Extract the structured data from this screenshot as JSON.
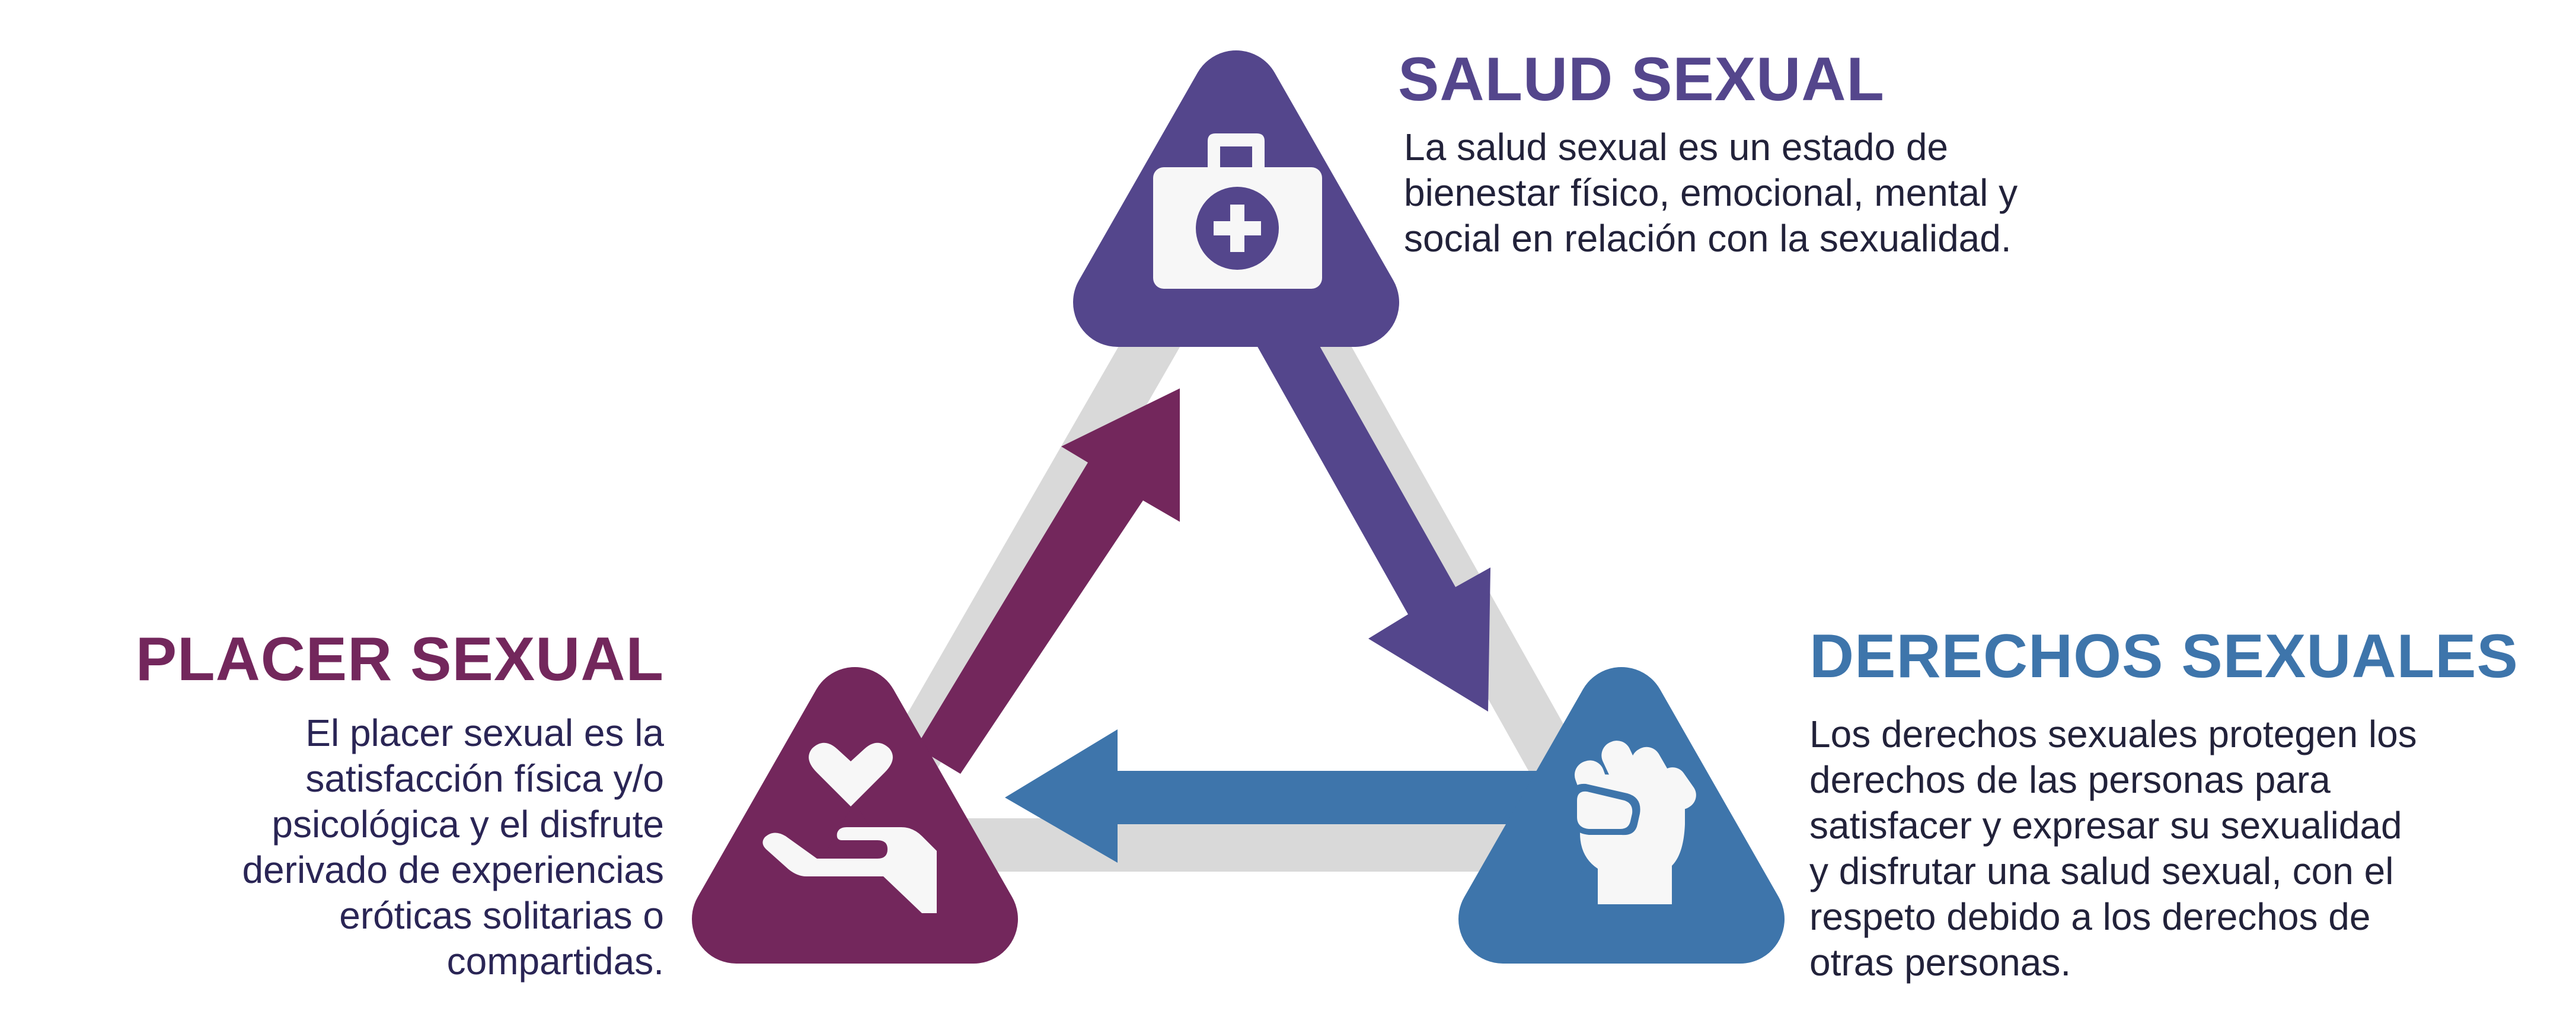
{
  "colors": {
    "salud": "#54468c",
    "placer": "#73275c",
    "derechos": "#3e75ab",
    "frame": "#d9d9d9",
    "icon": "#f7f7f7"
  },
  "nodes": {
    "salud": {
      "icon": "first-aid-kit-icon",
      "title": "SALUD SEXUAL",
      "lines": [
        "La salud sexual es un estado de",
        "bienestar físico, emocional, mental y",
        "social en relación con la sexualidad."
      ]
    },
    "placer": {
      "icon": "heart-in-hand-icon",
      "title": "PLACER SEXUAL",
      "lines": [
        "El placer sexual es la",
        "satisfacción física y/o",
        "psicológica y el disfrute",
        "derivado de experiencias",
        "eróticas solitarias o",
        "compartidas."
      ]
    },
    "derechos": {
      "icon": "raised-fist-icon",
      "title": "DERECHOS SEXUALES",
      "lines": [
        "Los derechos sexuales protegen los",
        "derechos de las personas para",
        "satisfacer y expresar su sexualidad",
        "y disfrutar una salud sexual, con el",
        "respeto debido a los derechos de",
        "otras personas."
      ]
    }
  },
  "arrows": [
    {
      "from": "salud",
      "to": "derechos",
      "color": "#54468c"
    },
    {
      "from": "derechos",
      "to": "placer",
      "color": "#3e75ab"
    },
    {
      "from": "placer",
      "to": "salud",
      "color": "#73275c"
    }
  ]
}
